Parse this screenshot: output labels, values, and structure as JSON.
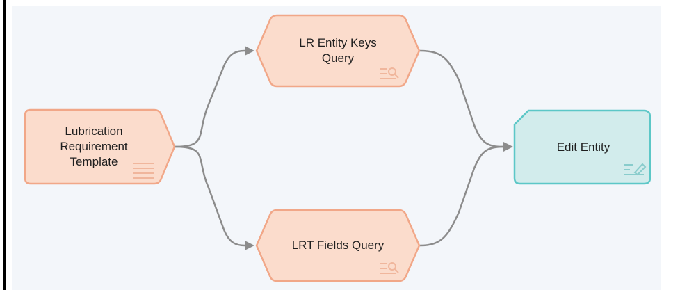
{
  "diagram": {
    "nodes": [
      {
        "id": "lubrication",
        "label": "Lubrication\nRequirement\nTemplate",
        "kind": "table-source",
        "icon": "table-lines-icon"
      },
      {
        "id": "lr-entity-keys",
        "label": "LR Entity Keys\nQuery",
        "kind": "query",
        "icon": "query-search-icon"
      },
      {
        "id": "lrt-fields",
        "label": "LRT Fields Query",
        "kind": "query",
        "icon": "query-search-icon"
      },
      {
        "id": "edit-entity",
        "label": "Edit Entity",
        "kind": "action",
        "icon": "edit-pencil-icon"
      }
    ],
    "edges": [
      {
        "from": "lubrication",
        "to": "lr-entity-keys"
      },
      {
        "from": "lubrication",
        "to": "lrt-fields"
      },
      {
        "from": "lr-entity-keys",
        "to": "edit-entity"
      },
      {
        "from": "lrt-fields",
        "to": "edit-entity"
      }
    ]
  },
  "colors": {
    "canvas_bg": "#f3f6fa",
    "source_fill": "#fbdccc",
    "source_stroke": "#f1a788",
    "action_fill": "#d2ecec",
    "action_stroke": "#5cc7c7",
    "connector": "#8c8c8c",
    "icon_source": "#f0b69c",
    "icon_action": "#88cccc"
  }
}
